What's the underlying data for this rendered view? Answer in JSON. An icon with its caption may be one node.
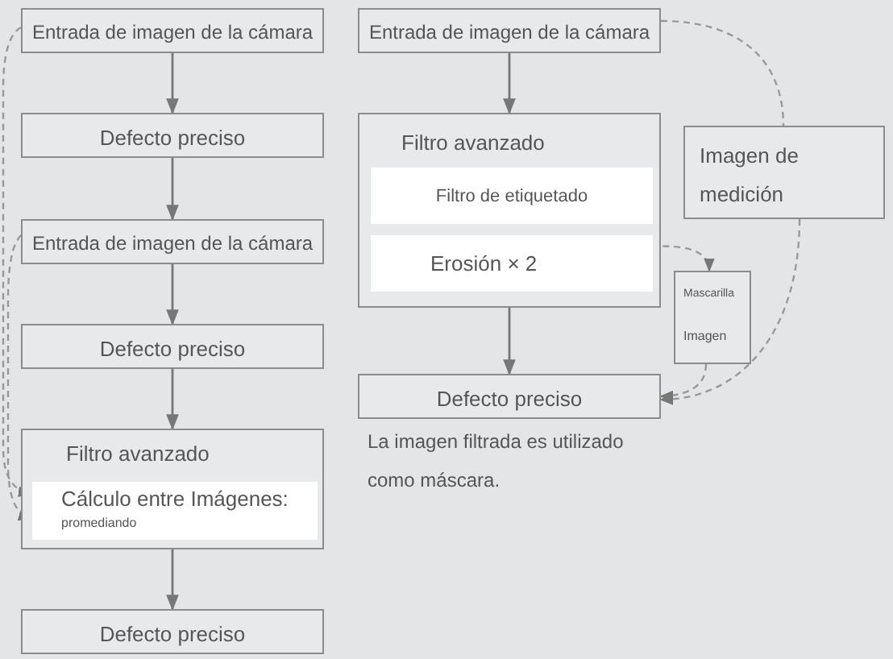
{
  "diagram": {
    "nodes": [
      {
        "text": [
          "Entrada de imagen de la cámara"
        ]
      },
      {
        "text": [
          "Defecto preciso"
        ]
      },
      {
        "text": [
          "Entrada de imagen de la cámara"
        ]
      },
      {
        "text": [
          "Defecto preciso"
        ]
      },
      {
        "text": [
          "Filtro avanzado"
        ]
      },
      {
        "text": [
          "Cálculo entre Imágenes:",
          "promediando"
        ],
        "in": 4
      },
      {
        "text": [
          "Defecto preciso"
        ]
      },
      {
        "text": [
          "Entrada de imagen de la cámara"
        ]
      },
      {
        "text": [
          "Filtro avanzado"
        ]
      },
      {
        "text": [
          "Filtro de etiquetado"
        ],
        "in": 8
      },
      {
        "text": [
          "Erosión × 2"
        ],
        "in": 8
      },
      {
        "text": [
          "Defecto preciso"
        ]
      },
      {
        "text": [
          "Imagen de medición"
        ]
      },
      {
        "text": [
          "Mascarilla",
          "Imagen"
        ]
      }
    ],
    "edges": [
      {
        "from": 0,
        "to": 1,
        "arrow": "to"
      },
      {
        "from": 1,
        "to": 2,
        "arrow": "to"
      },
      {
        "from": 2,
        "to": 3,
        "arrow": "to"
      },
      {
        "from": 3,
        "to": 4,
        "arrow": "to"
      },
      {
        "from": 4,
        "to": 6,
        "arrow": "to"
      },
      {
        "from": 0,
        "to": 5,
        "arrow": "to",
        "style": "dashed"
      },
      {
        "from": 2,
        "to": 5,
        "arrow": "to",
        "style": "dashed"
      },
      {
        "from": 7,
        "to": 8,
        "arrow": "to"
      },
      {
        "from": 8,
        "to": 11,
        "arrow": "to"
      },
      {
        "from": 7,
        "to": 12,
        "arrow": "none",
        "style": "dashed"
      },
      {
        "from": 10,
        "to": 13,
        "arrow": "to",
        "style": "dashed"
      },
      {
        "from": 12,
        "to": 11,
        "arrow": "to",
        "style": "dashed"
      },
      {
        "from": 13,
        "to": 11,
        "arrow": "to",
        "style": "dashed"
      }
    ],
    "labels": [
      "La imagen filtrada es utilizado como máscara."
    ]
  }
}
